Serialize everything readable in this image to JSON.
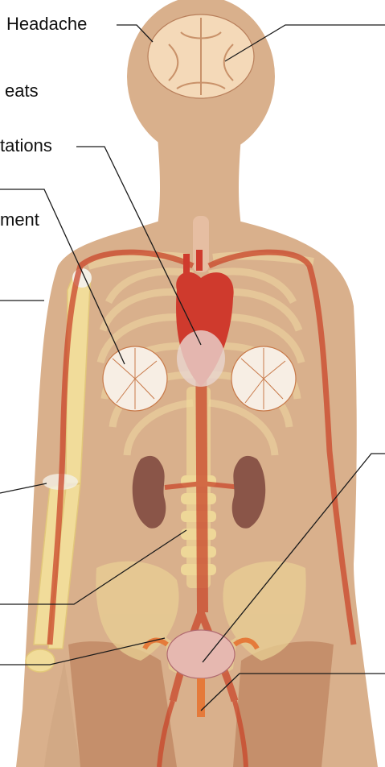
{
  "labels": {
    "headache": "Headache",
    "heartbeats_fragment": "eats",
    "palpitations_fragment": "tations",
    "ment_fragment": "ment"
  },
  "colors": {
    "background": "#ffffff",
    "skin": "#d9b08c",
    "bone": "#f1dc9a",
    "artery": "#c9462a",
    "heart": "#cf3a2d",
    "kidney": "#8a5548",
    "brain": "#f4d9b8",
    "leader_line": "#1a1a1a"
  }
}
